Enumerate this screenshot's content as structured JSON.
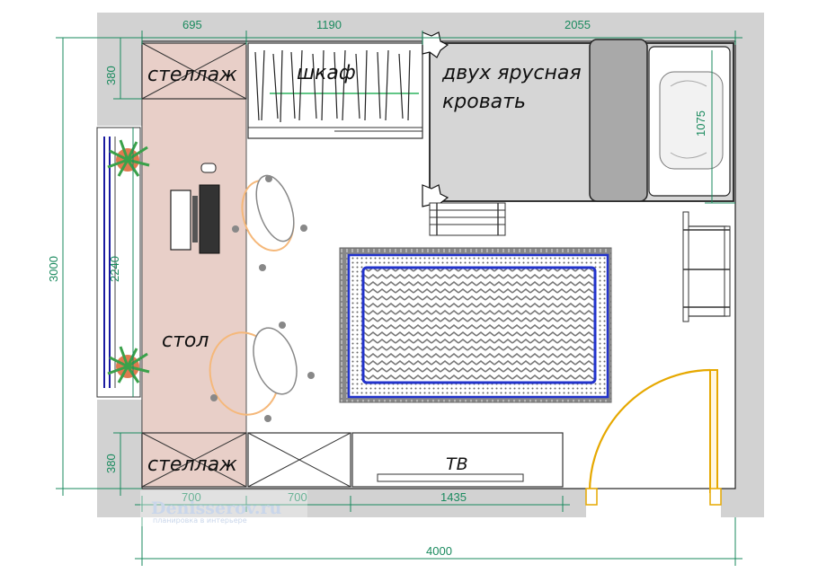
{
  "labels": {
    "rack_top": "стеллаж",
    "wardrobe": "шкаф",
    "bed_line1": "двух ярусная",
    "bed_line2": "кровать",
    "desk": "стол",
    "rack_bottom": "стеллаж",
    "tv": "ТВ"
  },
  "dimensions": {
    "top_left": "695",
    "top_middle": "1190",
    "top_right": "2055",
    "left_total": "3000",
    "left_top": "380",
    "left_bottom": "380",
    "window_width": "2240",
    "bed_width": "1075",
    "bottom_1": "700",
    "bottom_2": "700",
    "bottom_3": "1435",
    "bottom_total": "4000"
  },
  "watermark": {
    "title": "Denisserov.ru",
    "subtitle": "планировка в интерьере"
  },
  "colors": {
    "wall": "#d2d2d2",
    "dimension": "#1a8a5e",
    "desk": "#e8cfc8",
    "rug_border": "#2233cc",
    "door": "#e6a800",
    "window": "#1a1aa0"
  }
}
